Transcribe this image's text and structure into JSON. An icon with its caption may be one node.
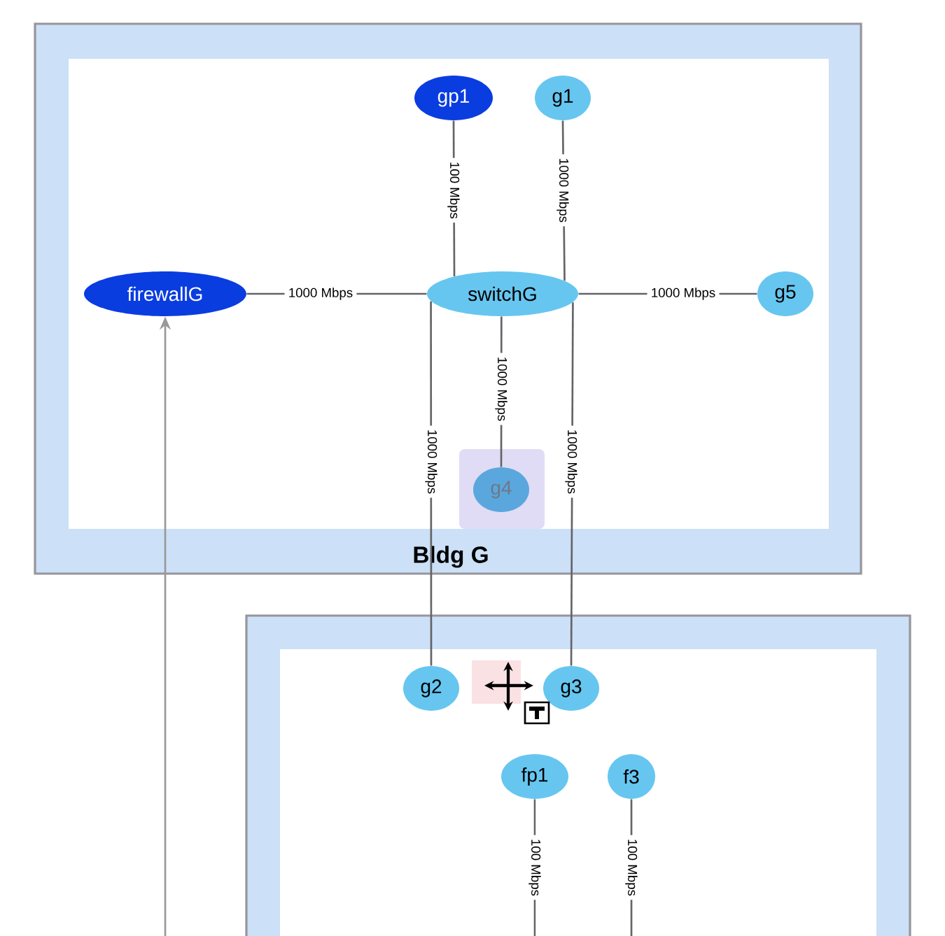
{
  "diagram": {
    "nodes": [
      {
        "text": [
          "Bldg G"
        ]
      },
      {
        "text": [
          "gp1"
        ],
        "in": 0
      },
      {
        "text": [
          "g1"
        ],
        "in": 0
      },
      {
        "text": [
          "firewallG"
        ],
        "in": 0
      },
      {
        "text": [
          "switchG"
        ],
        "in": 0
      },
      {
        "text": [
          "g5"
        ],
        "in": 0
      },
      {
        "text": [
          "g4"
        ],
        "in": 0
      },
      {
        "text": [],
        "shape": "box"
      },
      {
        "text": [
          "g2"
        ],
        "in": 7
      },
      {
        "text": [
          "g3"
        ],
        "in": 7
      },
      {
        "text": [
          "fp1"
        ],
        "in": 7
      },
      {
        "text": [
          "f3"
        ],
        "in": 7
      }
    ],
    "edges": [
      {
        "from": 1,
        "to": 4,
        "arrow": "none",
        "label": "100 Mbps"
      },
      {
        "from": 2,
        "to": 4,
        "arrow": "none",
        "label": "1000 Mbps"
      },
      {
        "from": 3,
        "to": 4,
        "arrow": "none",
        "label": "1000 Mbps"
      },
      {
        "from": 4,
        "to": 5,
        "arrow": "none",
        "label": "1000 Mbps"
      },
      {
        "from": 4,
        "to": 6,
        "arrow": "none",
        "label": "1000 Mbps"
      },
      {
        "from": 4,
        "to": 8,
        "arrow": "none",
        "label": "1000 Mbps"
      },
      {
        "from": 4,
        "to": 9,
        "arrow": "none",
        "label": "1000 Mbps"
      },
      {
        "from": null,
        "to": 3,
        "arrow": "to",
        "color": "#999999"
      },
      {
        "from": 10,
        "to": null,
        "arrow": "none",
        "label": "100 Mbps"
      },
      {
        "from": 11,
        "to": null,
        "arrow": "none",
        "label": "100 Mbps"
      }
    ]
  }
}
